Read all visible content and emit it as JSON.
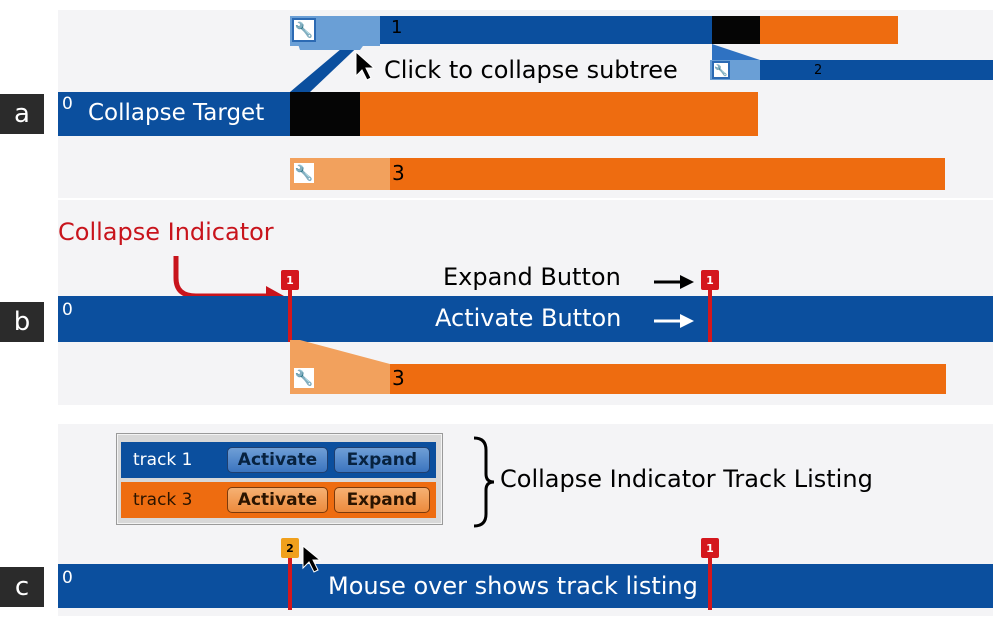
{
  "panels": {
    "a": "a",
    "b": "b",
    "c": "c"
  },
  "panel_a": {
    "track0_id": "0",
    "collapse_target_label": "Collapse Target",
    "track1_id": "1",
    "track2_id": "2",
    "track3_id": "3",
    "callout": "Click to collapse subtree"
  },
  "panel_b": {
    "track0_id": "0",
    "track3_id": "3",
    "collapse_indicator_label": "Collapse Indicator",
    "expand_button_label": "Expand Button",
    "activate_button_label": "Activate Button",
    "marker_left_count": "1",
    "marker_right_count": "1"
  },
  "panel_c": {
    "track0_id": "0",
    "marker_left_count": "2",
    "marker_right_count": "1",
    "mouse_over_label": "Mouse over shows track listing",
    "listing_caption": "Collapse Indicator Track Listing",
    "listing": [
      {
        "name": "track 1",
        "activate": "Activate",
        "expand": "Expand",
        "color": "#0b4f9e"
      },
      {
        "name": "track 3",
        "activate": "Activate",
        "expand": "Expand",
        "color": "#ee6c10"
      }
    ]
  },
  "colors": {
    "blue": "#0b4f9e",
    "orange": "#ee6c10",
    "red": "#d4171d",
    "panel_bg": "#f4f4f6"
  },
  "icons": {
    "wrench": "wrench-icon",
    "cursor": "cursor-icon"
  },
  "glyphs": {
    "wrench": "🔧"
  }
}
